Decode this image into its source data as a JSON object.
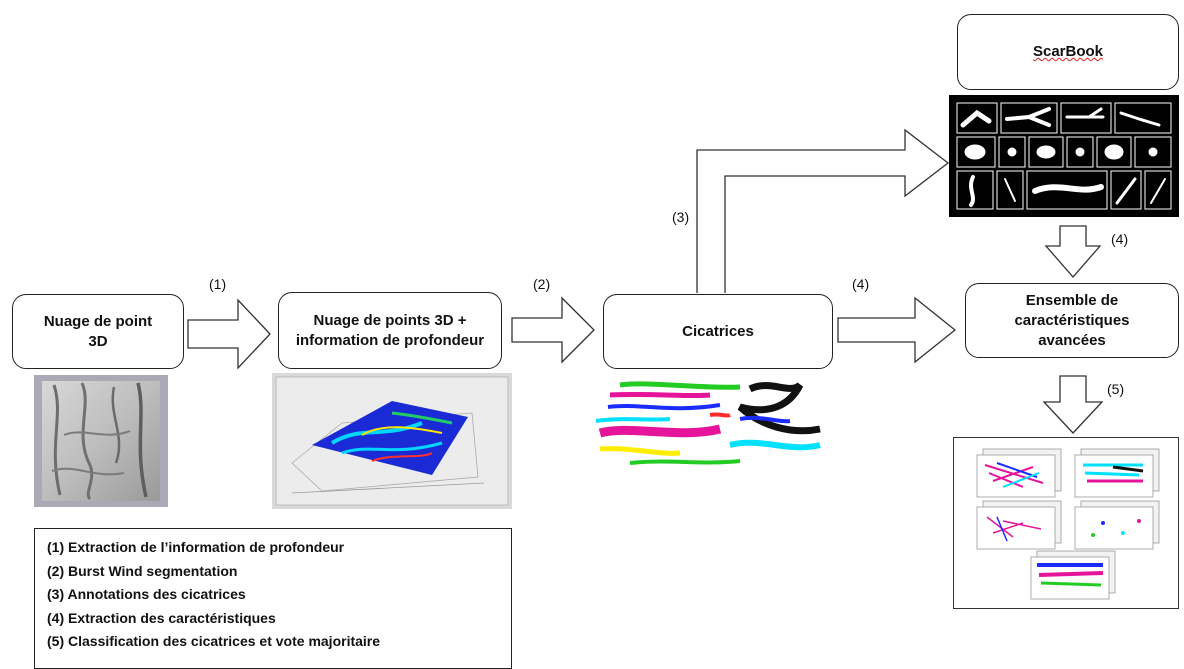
{
  "boxes": {
    "cloud_3d": "Nuage de point 3D",
    "cloud_depth": "Nuage de points 3D + information de profondeur",
    "scars": "Cicatrices",
    "scarbook": "ScarBook",
    "features": "Ensemble de caractéristiques avancées"
  },
  "steps": {
    "s1": "(1)",
    "s2": "(2)",
    "s3": "(3)",
    "s4a": "(4)",
    "s4b": "(4)",
    "s5": "(5)"
  },
  "legend": [
    "(1) Extraction de l’information  de profondeur",
    "(2) Burst Wind segmentation",
    "(3) Annotations des cicatrices",
    "(4) Extraction des caractéristiques",
    "(5) Classification  des cicatrices et vote majoritaire"
  ],
  "colors": {
    "scar_palette": [
      "#e5149b",
      "#00e0ff",
      "#ffee00",
      "#22cc22",
      "#1a2bff",
      "#111111",
      "#ff2a2a"
    ]
  }
}
